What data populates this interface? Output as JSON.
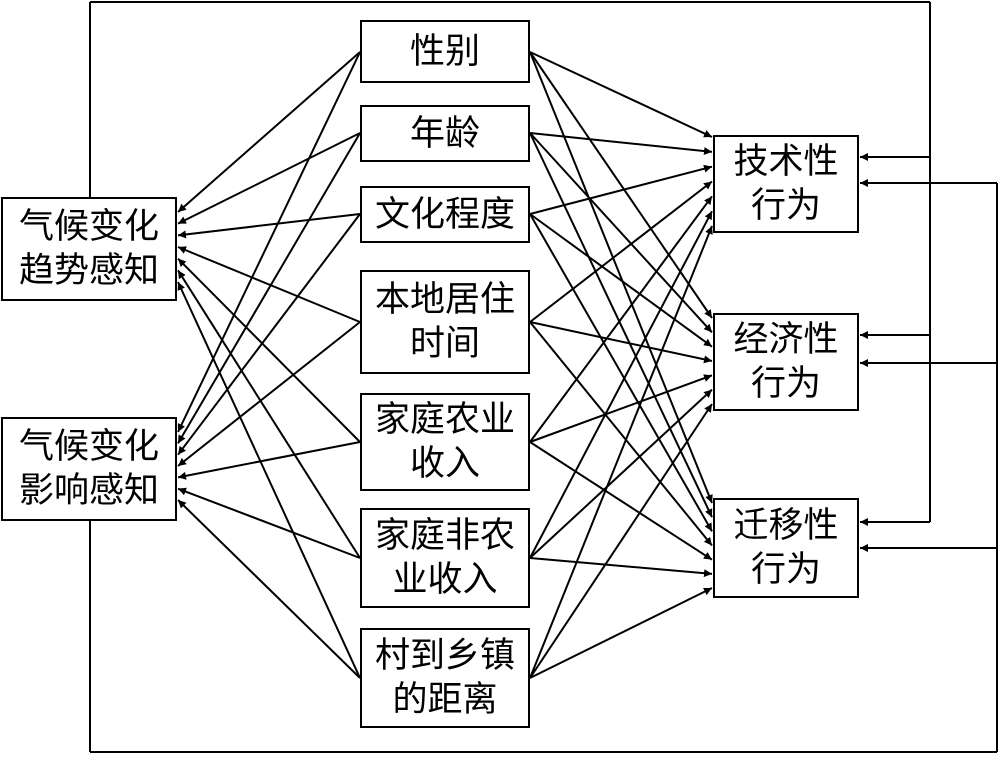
{
  "perceptions": {
    "trend": {
      "line1": "气候变化",
      "line2": "趋势感知"
    },
    "impact": {
      "line1": "气候变化",
      "line2": "影响感知"
    }
  },
  "factors": {
    "gender": {
      "line1": "性别"
    },
    "age": {
      "line1": "年龄"
    },
    "education": {
      "line1": "文化程度"
    },
    "residence": {
      "line1": "本地居住",
      "line2": "时间"
    },
    "agri_income": {
      "line1": "家庭农业",
      "line2": "收入"
    },
    "nonagri_income": {
      "line1": "家庭非农",
      "line2": "业收入"
    },
    "distance": {
      "line1": "村到乡镇",
      "line2": "的距离"
    }
  },
  "behaviors": {
    "tech": {
      "line1": "技术性",
      "line2": "行为"
    },
    "econ": {
      "line1": "经济性",
      "line2": "行为"
    },
    "migr": {
      "line1": "迁移性",
      "line2": "行为"
    }
  }
}
